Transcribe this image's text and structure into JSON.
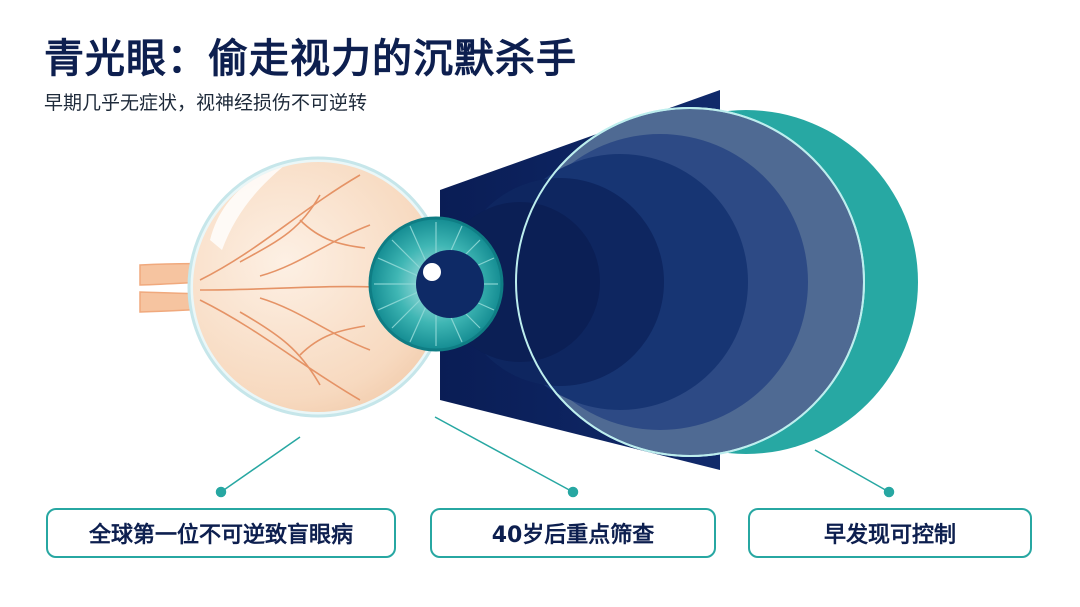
{
  "header": {
    "title": "青光眼：偷走视力的沉默杀手",
    "subtitle": "早期几乎无症状，视神经损伤不可逆转"
  },
  "illustration": {
    "name": "eye-cross-section-with-vision-cone",
    "colors": {
      "navy": "#0f2a66",
      "teal": "#26a9a4",
      "peach": "#f4c9a4",
      "orange": "#ef8c5e"
    }
  },
  "callouts": [
    {
      "label": "全球第一位不可逆致盲眼病"
    },
    {
      "label": "40岁后重点筛查"
    },
    {
      "label": "早发现可控制"
    }
  ]
}
